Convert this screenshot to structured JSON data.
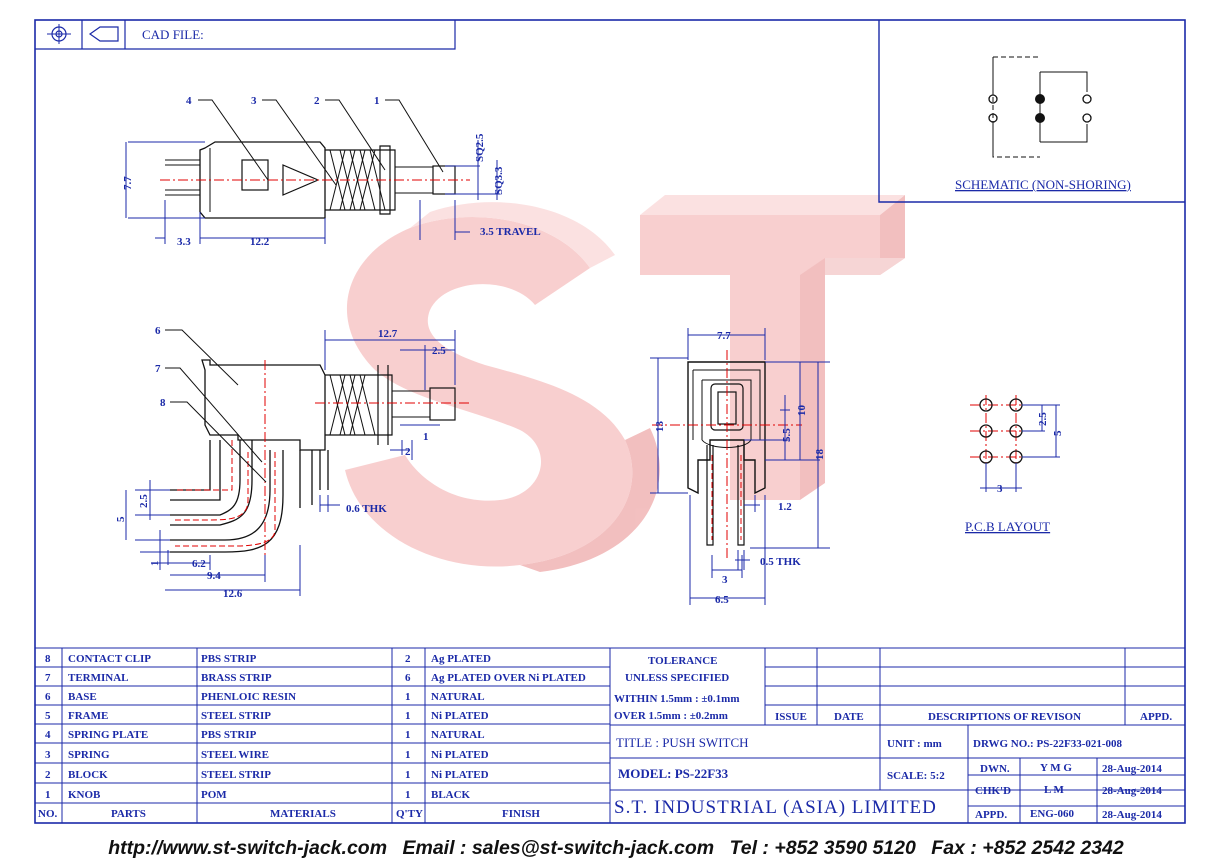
{
  "header": {
    "cad_file_label": "CAD FILE:"
  },
  "callouts": [
    "1",
    "2",
    "3",
    "4",
    "6",
    "7",
    "8"
  ],
  "dimensions": {
    "side_top": {
      "sq25": "SQ2.5",
      "sq33": "SQ3.3",
      "h77": "7.7",
      "d33": "3.3",
      "d122": "12.2",
      "travel": "3.5 TRAVEL"
    },
    "side_bottom": {
      "d127": "12.7",
      "d25": "2.5",
      "d1": "1",
      "d2": "2",
      "thk": "0.6 THK",
      "v25": "2.5",
      "v5": "5",
      "v1": "1",
      "d62": "6.2",
      "d94": "9.4",
      "d126": "12.6"
    },
    "front": {
      "w77": "7.7",
      "h13": "13",
      "h55": "5.5",
      "h10": "10",
      "h18": "18",
      "d12": "1.2",
      "thk": "0.5 THK",
      "d3": "3",
      "d65": "6.5"
    },
    "pcb": {
      "v25": "2.5",
      "v5": "5",
      "h3": "3"
    }
  },
  "schematic": {
    "caption": "SCHEMATIC (NON-SHORING)"
  },
  "pcb_layout": {
    "caption": "P.C.B LAYOUT"
  },
  "watermark": {
    "text": "ST"
  },
  "parts_table": {
    "headers": {
      "no": "NO.",
      "parts": "PARTS",
      "materials": "MATERIALS",
      "qty": "Q'TY",
      "finish": "FINISH"
    },
    "rows": [
      {
        "no": "8",
        "part": "CONTACT CLIP",
        "material": "PBS STRIP",
        "qty": "2",
        "finish": "Ag PLATED"
      },
      {
        "no": "7",
        "part": "TERMINAL",
        "material": "BRASS STRIP",
        "qty": "6",
        "finish": "Ag PLATED OVER Ni PLATED"
      },
      {
        "no": "6",
        "part": "BASE",
        "material": "PHENLOIC RESIN",
        "qty": "1",
        "finish": "NATURAL"
      },
      {
        "no": "5",
        "part": "FRAME",
        "material": "STEEL STRIP",
        "qty": "1",
        "finish": "Ni PLATED"
      },
      {
        "no": "4",
        "part": "SPRING PLATE",
        "material": "PBS STRIP",
        "qty": "1",
        "finish": "NATURAL"
      },
      {
        "no": "3",
        "part": "SPRING",
        "material": "STEEL WIRE",
        "qty": "1",
        "finish": "Ni PLATED"
      },
      {
        "no": "2",
        "part": "BLOCK",
        "material": "STEEL STRIP",
        "qty": "1",
        "finish": "Ni PLATED"
      },
      {
        "no": "1",
        "part": "KNOB",
        "material": "POM",
        "qty": "1",
        "finish": "BLACK"
      }
    ]
  },
  "tolerance": {
    "title": "TOLERANCE",
    "subtitle": "UNLESS   SPECIFIED",
    "within": "WITHIN  1.5mm : ±0.1mm",
    "over": "OVER    1.5mm : ±0.2mm"
  },
  "revision": {
    "issue": "ISSUE",
    "date": "DATE",
    "descriptions": "DESCRIPTIONS  OF  REVISON",
    "appd": "APPD."
  },
  "title_block": {
    "title": "TITLE : PUSH SWITCH",
    "model": "MODEL: PS-22F33",
    "company": "S.T.  INDUSTRIAL  (ASIA)  LIMITED",
    "unit": "UNIT :   mm",
    "scale": "SCALE:   5:2",
    "drwg_no": "DRWG NO.: PS-22F33-021-008",
    "dwn_label": "DWN.",
    "dwn_value": "Y M G",
    "dwn_date": "28-Aug-2014",
    "chkd_label": "CHK'D",
    "chkd_value": "L M",
    "chkd_date": "28-Aug-2014",
    "appd_label": "APPD.",
    "appd_value": "ENG-060",
    "appd_date": "28-Aug-2014"
  },
  "footer": {
    "url": "http://www.st-switch-jack.com",
    "email": "Email : sales@st-switch-jack.com",
    "tel": "Tel : +852 3590 5120",
    "fax": "Fax : +852 2542 2342"
  }
}
